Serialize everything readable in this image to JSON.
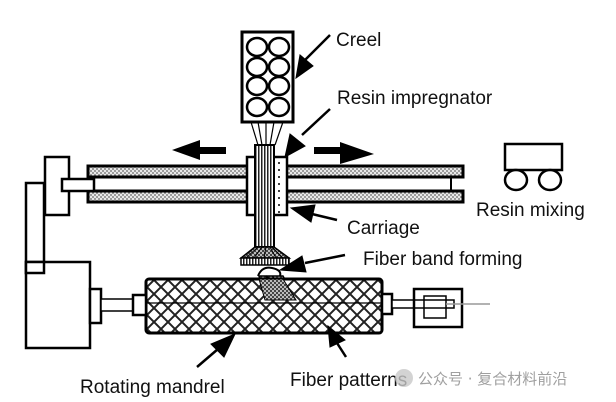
{
  "diagram": {
    "title": "Filament winding process schematic",
    "labels": {
      "creel": "Creel",
      "resin_impregnator": "Resin impregnator",
      "carriage": "Carriage",
      "resin_mixing": "Resin mixing",
      "fiber_band_forming": "Fiber band forming",
      "rotating_mandrel": "Rotating mandrel",
      "fiber_patterns": "Fiber patterns"
    },
    "motion": {
      "carriage_direction": "bidirectional (left / right)"
    },
    "components": [
      "creel",
      "fiber-strands",
      "resin-impregnator",
      "carriage",
      "guide-rail",
      "fiber-band-former",
      "delivery-eye",
      "rotating-mandrel",
      "drive-motor",
      "tailstock",
      "resin-mixing-cart"
    ]
  },
  "watermark": {
    "text": "公众号 · 复合材料前沿"
  }
}
